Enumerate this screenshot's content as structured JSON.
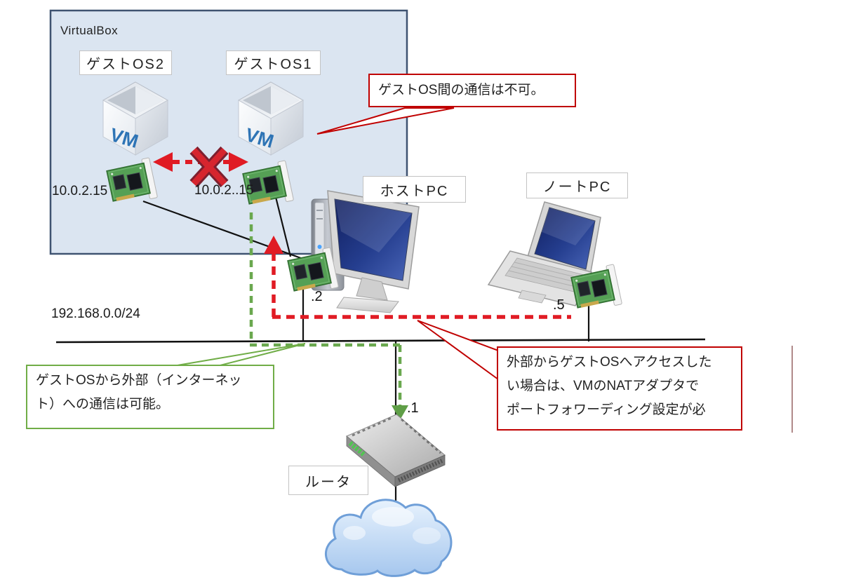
{
  "diagram_title": "VirtualBox NAT network diagram",
  "virtualbox": {
    "title": "VirtualBox"
  },
  "nodes": {
    "guest2": {
      "label": "ゲストOS2",
      "ip": "10.0.2.15",
      "vm": "VM"
    },
    "guest1": {
      "label": "ゲストOS1",
      "ip": "10.0.2..15",
      "vm": "VM"
    },
    "host": {
      "label": "ホストPC",
      "address": ".2"
    },
    "note": {
      "label": "ノートPC",
      "address": ".5"
    },
    "router": {
      "label": "ルータ",
      "address": ".1"
    }
  },
  "network": {
    "cidr": "192.168.0.0/24"
  },
  "callouts": {
    "guest_block": {
      "text": "ゲストOS間の通信は不可。"
    },
    "outbound": {
      "lines": [
        "ゲストOSから外部（インターネッ",
        "ト）への通信は可能。"
      ]
    },
    "inbound": {
      "lines": [
        "外部からゲストOSへアクセスした",
        "い場合は、VMのNATアダプタで",
        "ポートフォワーディング設定が必"
      ]
    }
  },
  "colors": {
    "virtualbox_fill": "#dbe5f1",
    "virtualbox_border": "#3f5371",
    "callout_red": "#c00000",
    "arrow_red": "#e01b24",
    "callout_green": "#70ad47",
    "dash_green": "#6aa84f",
    "screen_navy": "#1b2c74",
    "nic_green": "#55a055",
    "cloud_blue": "#b9d6f4",
    "thin_line_rose": "#b08a8a"
  }
}
